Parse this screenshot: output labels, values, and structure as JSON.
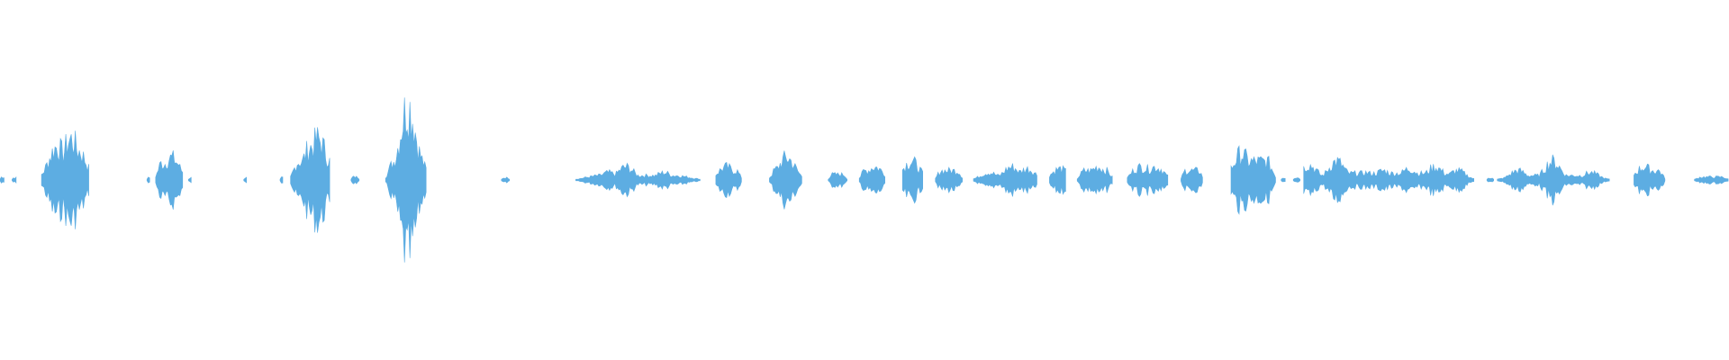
{
  "waveform": {
    "color": "#5dade2",
    "background": "#ffffff",
    "segments": [
      {
        "start": 0.0,
        "end": 0.003,
        "amp": 0.008
      },
      {
        "start": 0.007,
        "end": 0.01,
        "amp": 0.006
      },
      {
        "start": 0.024,
        "end": 0.052,
        "amp": 0.06,
        "peaks": [
          [
            0.033,
            0.09
          ],
          [
            0.041,
            0.11
          ],
          [
            0.045,
            0.08
          ]
        ]
      },
      {
        "start": 0.085,
        "end": 0.087,
        "amp": 0.006
      },
      {
        "start": 0.09,
        "end": 0.106,
        "amp": 0.045,
        "peaks": [
          [
            0.099,
            0.06
          ]
        ]
      },
      {
        "start": 0.109,
        "end": 0.111,
        "amp": 0.006
      },
      {
        "start": 0.141,
        "end": 0.143,
        "amp": 0.006
      },
      {
        "start": 0.162,
        "end": 0.164,
        "amp": 0.006
      },
      {
        "start": 0.168,
        "end": 0.191,
        "amp": 0.05,
        "peaks": [
          [
            0.18,
            0.09
          ],
          [
            0.184,
            0.11
          ],
          [
            0.187,
            0.07
          ]
        ]
      },
      {
        "start": 0.203,
        "end": 0.208,
        "amp": 0.008
      },
      {
        "start": 0.223,
        "end": 0.247,
        "amp": 0.05,
        "peaks": [
          [
            0.234,
            0.12
          ],
          [
            0.236,
            0.2
          ],
          [
            0.239,
            0.1
          ]
        ]
      },
      {
        "start": 0.29,
        "end": 0.295,
        "amp": 0.006
      },
      {
        "start": 0.333,
        "end": 0.405,
        "amp": 0.012,
        "peaks": [
          [
            0.352,
            0.02
          ],
          [
            0.362,
            0.035
          ],
          [
            0.384,
            0.02
          ]
        ]
      },
      {
        "start": 0.414,
        "end": 0.429,
        "amp": 0.025,
        "peaks": [
          [
            0.42,
            0.035
          ]
        ]
      },
      {
        "start": 0.445,
        "end": 0.464,
        "amp": 0.03,
        "peaks": [
          [
            0.455,
            0.06
          ]
        ]
      },
      {
        "start": 0.479,
        "end": 0.49,
        "amp": 0.015
      },
      {
        "start": 0.497,
        "end": 0.512,
        "amp": 0.025,
        "peaks": [
          [
            0.506,
            0.035
          ]
        ]
      },
      {
        "start": 0.522,
        "end": 0.534,
        "amp": 0.01,
        "peaks": [
          [
            0.527,
            0.05
          ]
        ]
      },
      {
        "start": 0.541,
        "end": 0.557,
        "amp": 0.025
      },
      {
        "start": 0.563,
        "end": 0.6,
        "amp": 0.012,
        "peaks": [
          [
            0.572,
            0.02
          ],
          [
            0.585,
            0.035
          ],
          [
            0.594,
            0.03
          ]
        ]
      },
      {
        "start": 0.607,
        "end": 0.617,
        "amp": 0.02,
        "peaks": [
          [
            0.613,
            0.03
          ]
        ]
      },
      {
        "start": 0.623,
        "end": 0.644,
        "amp": 0.025,
        "peaks": [
          [
            0.635,
            0.035
          ]
        ]
      },
      {
        "start": 0.652,
        "end": 0.676,
        "amp": 0.03,
        "peaks": [
          [
            0.66,
            0.035
          ],
          [
            0.668,
            0.035
          ]
        ]
      },
      {
        "start": 0.683,
        "end": 0.696,
        "amp": 0.025
      },
      {
        "start": 0.712,
        "end": 0.738,
        "amp": 0.05,
        "peaks": [
          [
            0.718,
            0.07
          ]
        ]
      },
      {
        "start": 0.741,
        "end": 0.744,
        "amp": 0.006
      },
      {
        "start": 0.748,
        "end": 0.752,
        "amp": 0.006
      },
      {
        "start": 0.754,
        "end": 0.853,
        "amp": 0.018,
        "peaks": [
          [
            0.757,
            0.04
          ],
          [
            0.773,
            0.05
          ],
          [
            0.79,
            0.02
          ],
          [
            0.8,
            0.025
          ],
          [
            0.815,
            0.03
          ],
          [
            0.83,
            0.035
          ],
          [
            0.843,
            0.025
          ]
        ]
      },
      {
        "start": 0.86,
        "end": 0.864,
        "amp": 0.006
      },
      {
        "start": 0.866,
        "end": 0.931,
        "amp": 0.012,
        "peaks": [
          [
            0.878,
            0.025
          ],
          [
            0.898,
            0.05
          ],
          [
            0.92,
            0.02
          ]
        ]
      },
      {
        "start": 0.945,
        "end": 0.963,
        "amp": 0.025,
        "peaks": [
          [
            0.951,
            0.035
          ]
        ]
      },
      {
        "start": 0.98,
        "end": 1.0,
        "amp": 0.008
      }
    ]
  }
}
